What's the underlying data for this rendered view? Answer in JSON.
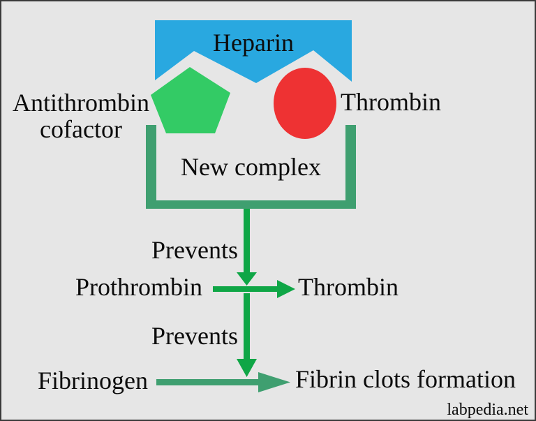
{
  "diagram": {
    "labels": {
      "heparin": "Heparin",
      "antithrombin_line1": "Antithrombin",
      "antithrombin_line2": "cofactor",
      "thrombin_top": "Thrombin",
      "new_complex": "New complex",
      "prevents_1": "Prevents",
      "prothrombin": "Prothrombin",
      "thrombin_result": "Thrombin",
      "prevents_2": "Prevents",
      "fibrinogen": "Fibrinogen",
      "fibrin_clots": "Fibrin clots formation"
    },
    "watermark": "labpedia.net",
    "colors": {
      "background": "#e6e6e6",
      "border": "#3a3a3a",
      "heparin_blue": "#29a8e0",
      "antithrombin_green": "#33cb65",
      "thrombin_red": "#ee3233",
      "bracket_green": "#3f9f70",
      "arrow_bright_green": "#0fa646",
      "text": "#0c0c0c"
    }
  }
}
